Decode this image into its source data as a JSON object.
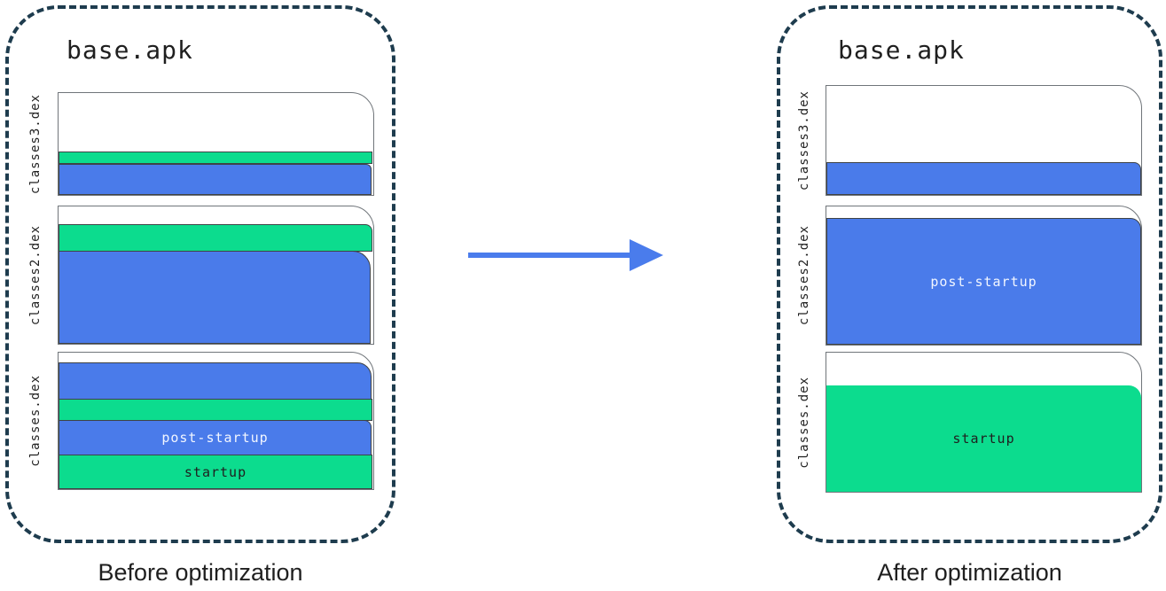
{
  "panels": {
    "before": {
      "title": "base.apk",
      "caption": "Before optimization",
      "files": [
        {
          "name": "classes3.dex"
        },
        {
          "name": "classes2.dex"
        },
        {
          "name": "classes.dex"
        }
      ]
    },
    "after": {
      "title": "base.apk",
      "caption": "After optimization",
      "files": [
        {
          "name": "classes3.dex"
        },
        {
          "name": "classes2.dex"
        },
        {
          "name": "classes.dex"
        }
      ]
    }
  },
  "segment_labels": {
    "post_startup": "post-startup",
    "startup": "startup"
  },
  "colors": {
    "startup_green": "#0cdc8e",
    "post_startup_blue": "#4a7bea",
    "arrow_blue": "#4a7cec",
    "container_dash": "#1e3c4e"
  }
}
